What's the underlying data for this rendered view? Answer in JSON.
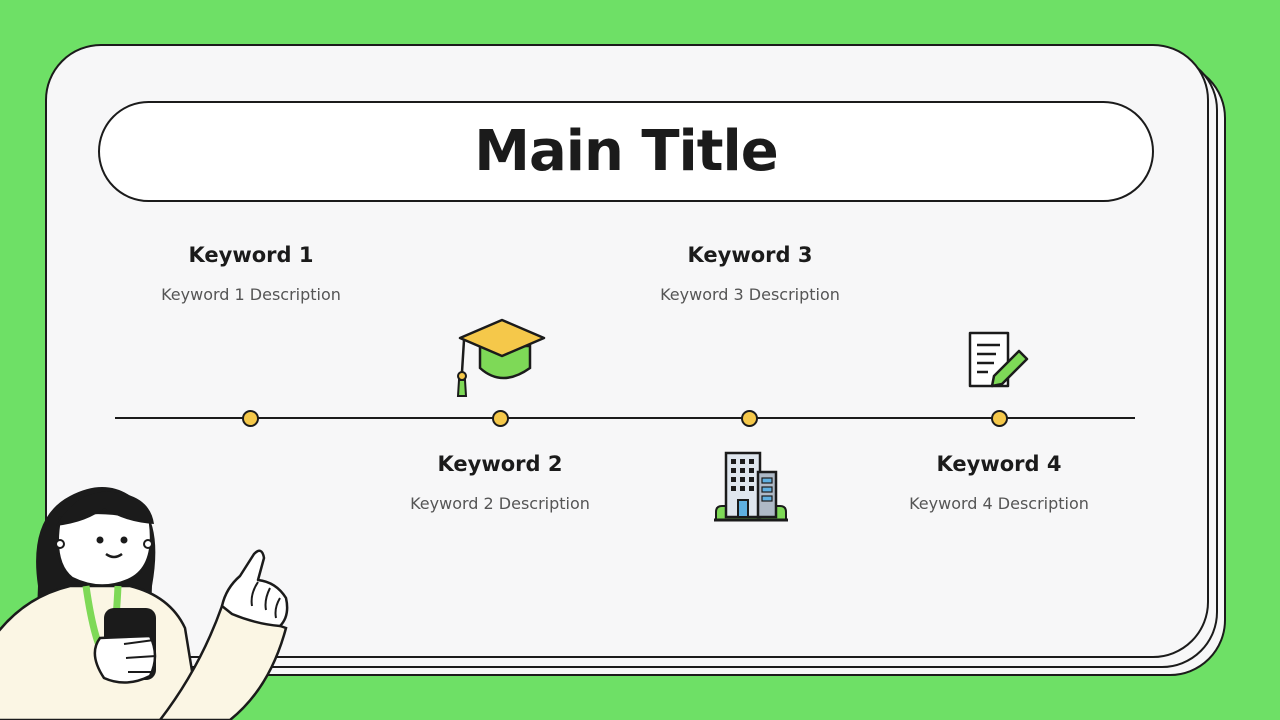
{
  "slide": {
    "title": "Main Title",
    "keywords": [
      {
        "title": "Keyword 1",
        "description": "Keyword 1 Description"
      },
      {
        "title": "Keyword 2",
        "description": "Keyword 2 Description"
      },
      {
        "title": "Keyword 3",
        "description": "Keyword 3 Description"
      },
      {
        "title": "Keyword 4",
        "description": "Keyword 4 Description"
      }
    ],
    "icons": [
      "graduation-cap-icon",
      "office-building-icon",
      "document-edit-icon"
    ]
  },
  "colors": {
    "background": "#6ee066",
    "card": "#f7f7f8",
    "outline": "#1b1b1b",
    "dot": "#f5c84a",
    "accent_green": "#7ed957"
  }
}
